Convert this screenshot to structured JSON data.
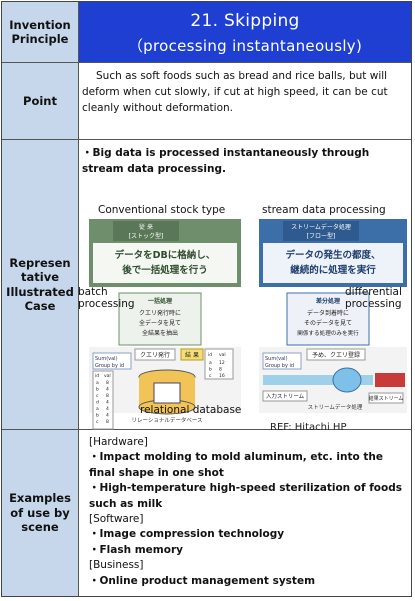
{
  "header": {
    "label_line1": "Invention",
    "label_line2": "Principle",
    "title": "21. Skipping",
    "subtitle": "（processing instantaneously)"
  },
  "point": {
    "label": "Point",
    "text": "Such as soft foods such as bread and rice balls, but will deform when cut slowly, if cut at high speed, it can be cut cleanly without deformation."
  },
  "case": {
    "label_line1": "Represen",
    "label_line2": "tative",
    "label_line3": "Illustrated",
    "label_line4": "Case",
    "text": "・Big data is processed instantaneously through stream data processing.",
    "left_caption": "Conventional stock type",
    "right_caption": "stream data processing",
    "batch_line1": "batch",
    "batch_line2": "processing",
    "diff_line1": "differential",
    "diff_line2": "processing",
    "db_caption": "relational database",
    "ref": "REF: Hitachi HP",
    "jp_left_title1": "従 来",
    "jp_left_title2": "[ストック型]",
    "jp_left_main1": "データをDBに格納し、",
    "jp_left_main2": "後で一括処理を行う",
    "jp_left_box_title": "一括処理",
    "jp_left_box1": "クエリ発行時に",
    "jp_left_box2": "全データを見て",
    "jp_left_box3": "全結果を抽出",
    "jp_query": "クエリ発行",
    "jp_result": "結 果",
    "jp_sum1": "Sum(val)",
    "jp_sum2": "Group by id",
    "jp_db": "リレーショナルデータベース",
    "jp_right_title1": "ストリームデータ処理",
    "jp_right_title2": "[フロー型]",
    "jp_right_main1": "データの発生の都度、",
    "jp_right_main2": "継続的に処理を実行",
    "jp_right_box_title": "差分処理",
    "jp_right_box1": "データ到着時に",
    "jp_right_box2": "そのデータを見て",
    "jp_right_box3": "関係する処理のみを実行",
    "jp_reserve": "予め、クエリ登録",
    "jp_input_stream": "入力ストリーム",
    "jp_result_stream": "結果ストリーム",
    "jp_stream_proc": "ストリームデータ処理",
    "table_header": [
      "id",
      "val"
    ],
    "table_ids": [
      "a",
      "b",
      "c",
      "d",
      "a",
      "b",
      "c"
    ],
    "table_vals": [
      "8",
      "4",
      "8",
      "4",
      "4",
      "4",
      "8"
    ],
    "result_ids": [
      "a",
      "b",
      "c"
    ],
    "result_vals": [
      "12",
      "8",
      "16"
    ]
  },
  "examples": {
    "label_line1": "Examples",
    "label_line2": "of use by",
    "label_line3": "scene",
    "hardware": "[Hardware]",
    "hw1": "・Impact molding to mold aluminum, etc. into the final shape in one shot",
    "hw2": "・High-temperature high-speed sterilization of foods such as milk",
    "software": "[Software]",
    "sw1": "・Image compression technology",
    "sw2": "・Flash memory",
    "business": "[Business]",
    "bz1": "・Online product management system"
  }
}
